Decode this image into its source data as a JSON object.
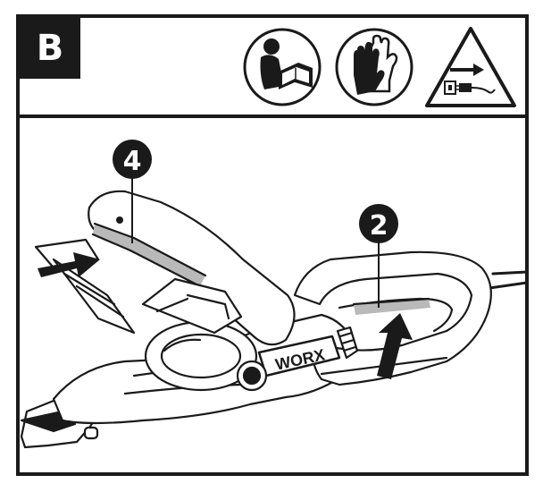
{
  "panel": {
    "step_label": "B",
    "callouts": [
      "4",
      "2"
    ],
    "brand_text": "WORX"
  },
  "safety_icons": [
    {
      "name": "read-manual-icon"
    },
    {
      "name": "wear-gloves-icon"
    },
    {
      "name": "unplug-warning-icon"
    }
  ]
}
